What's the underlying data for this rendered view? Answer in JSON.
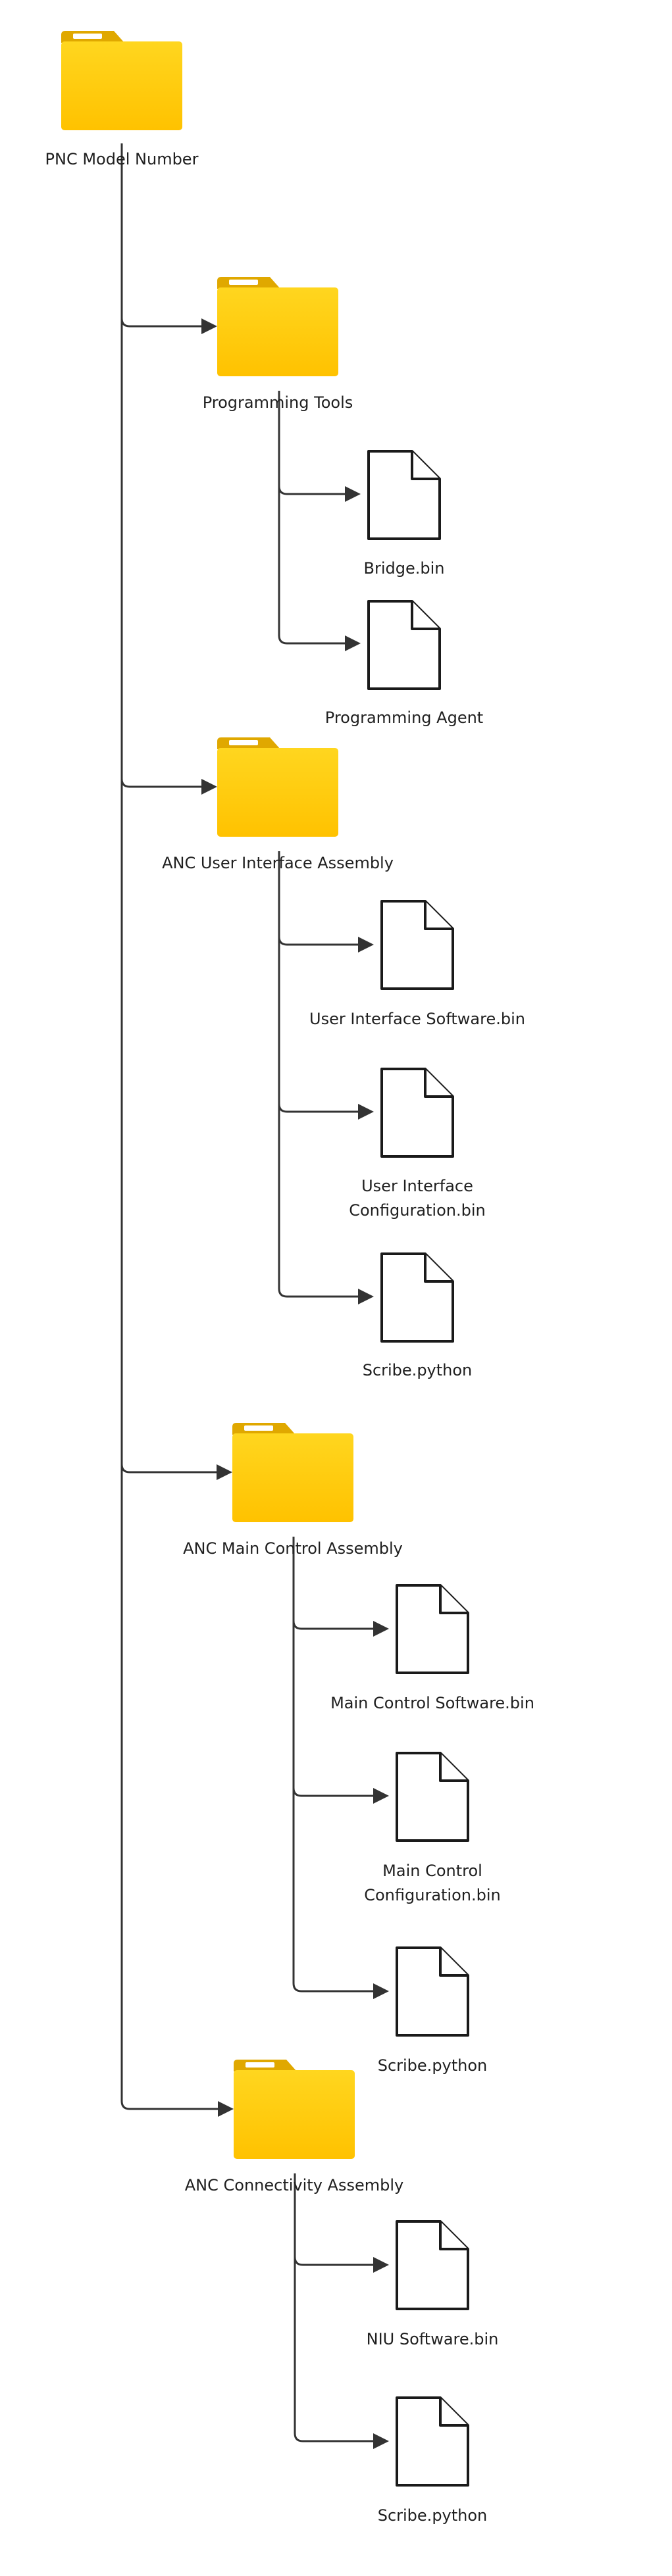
{
  "diagram": {
    "title": "",
    "root": {
      "label": "PNC Model Number",
      "icon": "folder-icon"
    },
    "branches": [
      {
        "label": "Programming Tools",
        "icon": "folder-icon",
        "files": [
          {
            "label_lines": [
              "Bridge.bin"
            ],
            "icon": "file-icon"
          },
          {
            "label_lines": [
              "Programming Agent"
            ],
            "icon": "file-icon"
          }
        ]
      },
      {
        "label": "ANC User Interface Assembly",
        "icon": "folder-icon",
        "files": [
          {
            "label_lines": [
              "User Interface Software.bin"
            ],
            "icon": "file-icon"
          },
          {
            "label_lines": [
              "User Interface",
              "Configuration.bin"
            ],
            "icon": "file-icon"
          },
          {
            "label_lines": [
              "Scribe.python"
            ],
            "icon": "file-icon"
          }
        ]
      },
      {
        "label": "ANC Main Control Assembly",
        "icon": "folder-icon",
        "files": [
          {
            "label_lines": [
              "Main Control Software.bin"
            ],
            "icon": "file-icon"
          },
          {
            "label_lines": [
              "Main Control",
              "Configuration.bin"
            ],
            "icon": "file-icon"
          },
          {
            "label_lines": [
              "Scribe.python"
            ],
            "icon": "file-icon"
          }
        ]
      },
      {
        "label": "ANC Connectivity Assembly",
        "icon": "folder-icon",
        "files": [
          {
            "label_lines": [
              "NIU Software.bin"
            ],
            "icon": "file-icon"
          },
          {
            "label_lines": [
              "Scribe.python"
            ],
            "icon": "file-icon"
          }
        ]
      }
    ]
  },
  "colors": {
    "folder_top": "#FFD61F",
    "folder_bottom": "#FFC200",
    "folder_tab": "#E0A800",
    "connector": "#333333",
    "text": "#1F1F1F"
  }
}
